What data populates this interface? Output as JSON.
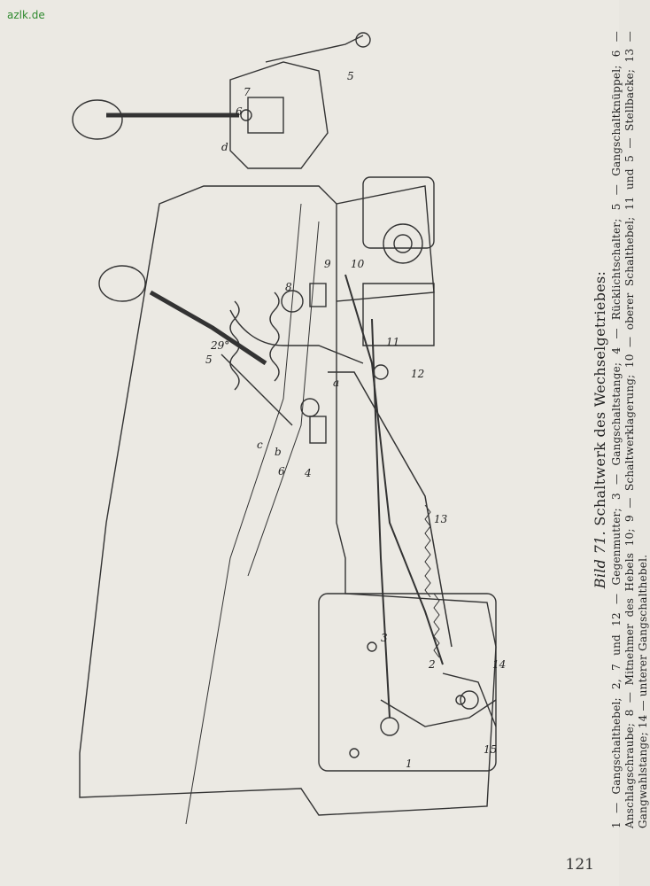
{
  "watermark": "azlk.de",
  "caption": {
    "title_prefix": "Bild 71.",
    "title_text": "Schaltwerk des Wechselgetriebes:",
    "legend": "1 — Gangschalthebel; 2, 7 und 12 — Gegenmutter; 3 — Gangschaltstange; 4 — Rücklichtschalter; 5 — Gangschaltknüppel; 6 — Anschlagschraube; 8 — Mitnehmer des Hebels 10; 9 — Schaltwerklagerung; 10 — oberer Schalthebel; 11 und 5 — Stellbacke; 13 — Gangwahlstange; 14 — unterer Gangschalthebel."
  },
  "labels": {
    "l1": "1",
    "l2": "2",
    "l3": "3",
    "l4": "4",
    "l5a": "5",
    "l5b": "5",
    "l6a": "6",
    "l6b": "6",
    "l7": "7",
    "l8": "8",
    "l9": "9",
    "l10": "10",
    "l11": "11",
    "l12": "12",
    "l13": "13",
    "l14": "14",
    "l15": "15",
    "la": "a",
    "lb": "b",
    "lc": "c",
    "ld": "d",
    "angle": "29°"
  },
  "page_number": "121"
}
